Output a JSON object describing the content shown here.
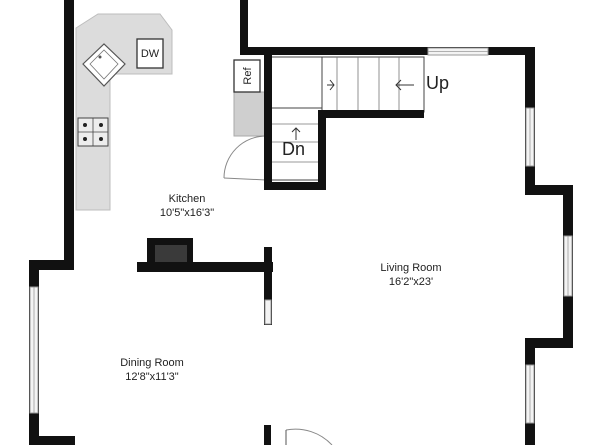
{
  "floorplan": {
    "rooms": [
      {
        "name": "Kitchen",
        "dimensions": "10'5\"x16'3\""
      },
      {
        "name": "Living Room",
        "dimensions": "16'2\"x23'"
      },
      {
        "name": "Dining Room",
        "dimensions": "12'8\"x11'3\""
      }
    ],
    "stair_labels": {
      "up": "Up",
      "down": "Dn"
    },
    "appliances": {
      "dishwasher": "DW",
      "refrigerator": "Ref"
    }
  },
  "colors": {
    "wall": "#111111",
    "counter": "#dcdcdc",
    "window_frame": "#9a9a9a",
    "window_glass": "#f3f3f3",
    "fireplace": "#3a3a3a"
  }
}
